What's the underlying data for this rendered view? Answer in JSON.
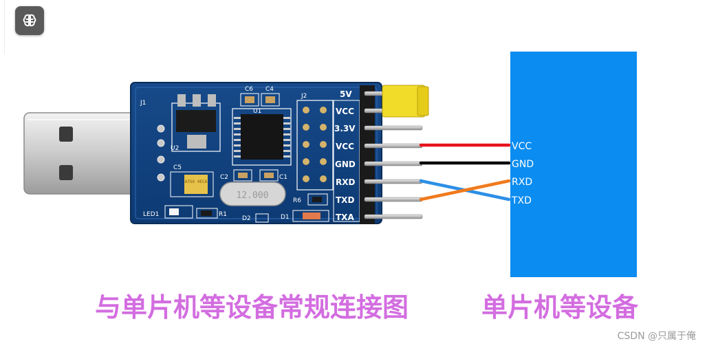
{
  "board": {
    "header_labels": [
      "J1",
      "J2",
      "U1",
      "U2",
      "C6",
      "C4",
      "C5",
      "C2",
      "C1",
      "R6",
      "R1",
      "D1",
      "D2",
      "LED1"
    ],
    "pin_labels": [
      "5V",
      "VCC",
      "3.3V",
      "VCC",
      "GND",
      "RXD",
      "TXD",
      "TXA"
    ],
    "crystal_label": "12.000",
    "tantalum_label": "A7GX 4ECA"
  },
  "wires": [
    {
      "label": "VCC",
      "color": "#e8141c"
    },
    {
      "label": "GND",
      "color": "#0b0b0b"
    },
    {
      "label": "RXD",
      "color": "#2c8fe6"
    },
    {
      "label": "TXD",
      "color": "#f07a1c"
    }
  ],
  "device": {
    "color": "#0a8cf0"
  },
  "captions": {
    "left": "与单片机等设备常规连接图",
    "right": "单片机等设备",
    "color": "#d36de0"
  },
  "watermark": "CSDN @只属于俺",
  "icons": {
    "corner": "brain-icon"
  }
}
